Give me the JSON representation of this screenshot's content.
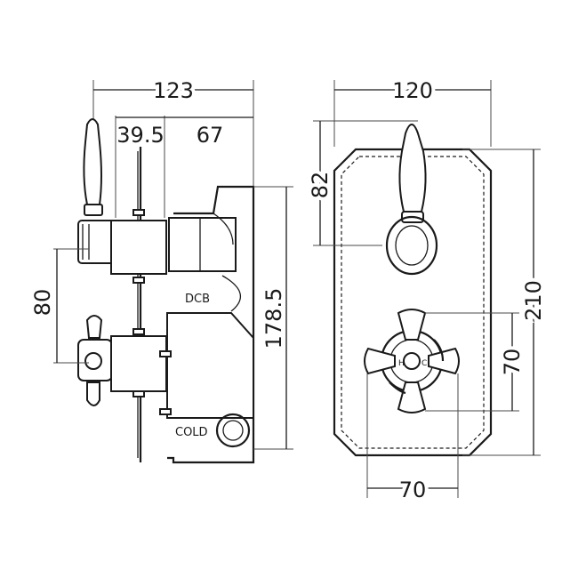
{
  "side_view": {
    "overall_width": "123",
    "section_width_a": "39.5",
    "section_width_b": "67",
    "handle_spacing": "80",
    "overall_depth": "178.5",
    "label_diverter": "DCB",
    "label_cold": "COLD"
  },
  "front_view": {
    "plate_width": "120",
    "lever_offset": "82",
    "plate_height": "210",
    "handle_height": "70",
    "handle_width": "70",
    "temp_mark_hot": "H",
    "temp_mark_cold": "C"
  }
}
